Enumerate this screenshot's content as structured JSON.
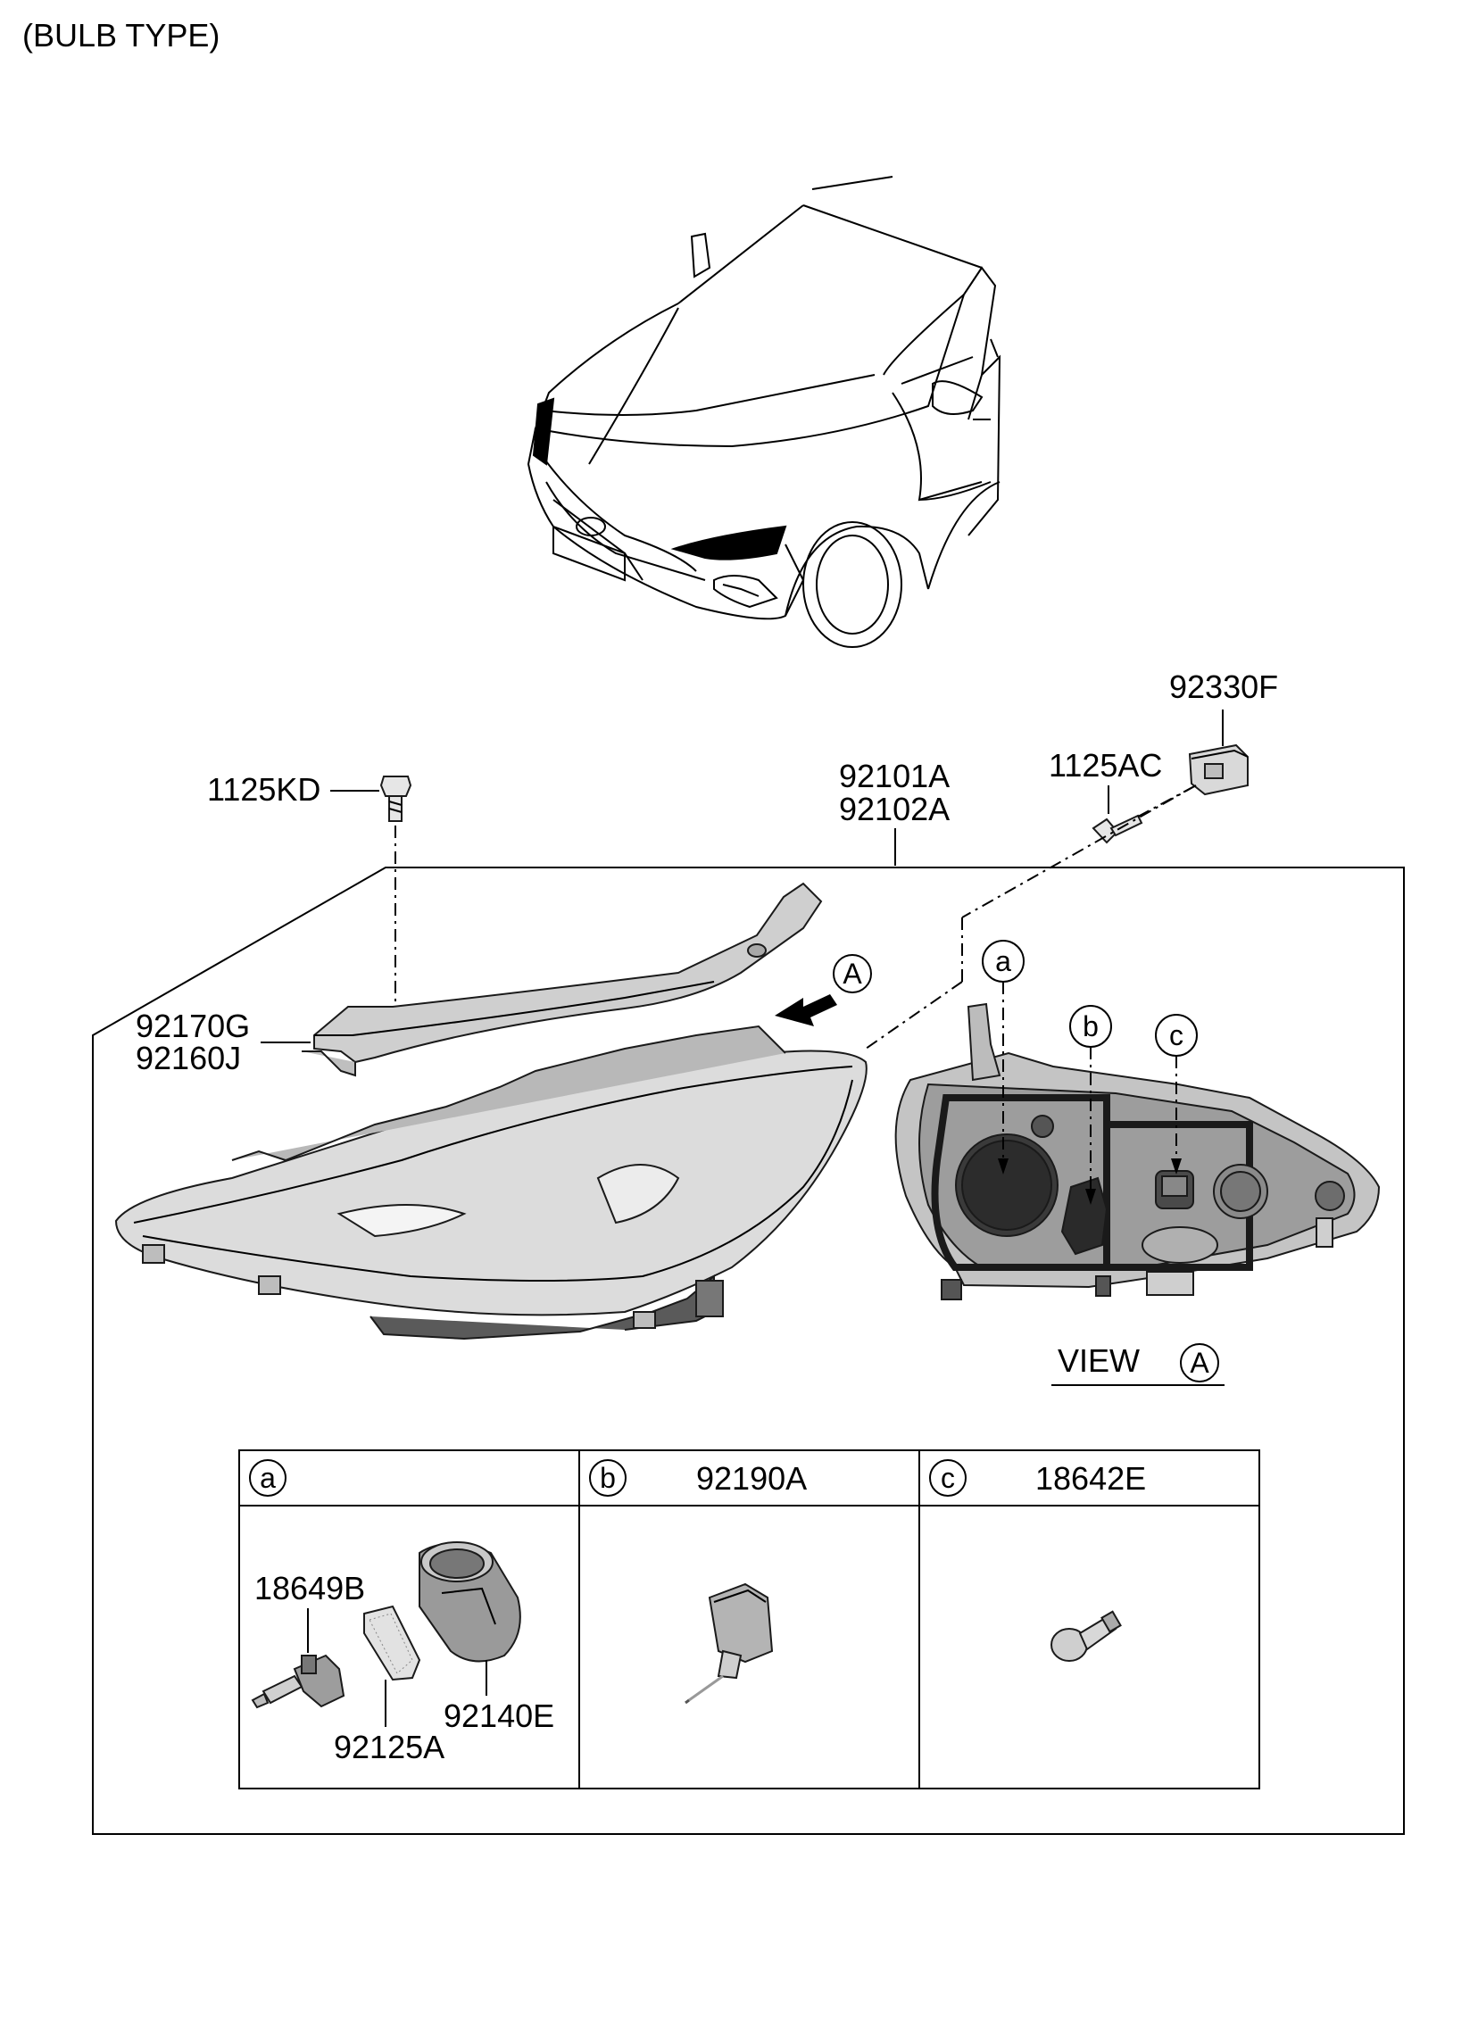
{
  "header": {
    "title": "(BULB TYPE)"
  },
  "parts": {
    "bolt_top": "1125KD",
    "headlamp_assy_1": "92101A",
    "headlamp_assy_2": "92102A",
    "bracket": "1125AC",
    "module": "92330F",
    "cover_1": "92170G",
    "cover_2": "92160J"
  },
  "view": {
    "label": "VIEW",
    "ref": "A"
  },
  "callouts": {
    "a": "a",
    "b": "b",
    "c": "c",
    "arrow_ref": "A"
  },
  "table": {
    "col_a": {
      "letter": "a",
      "part": ""
    },
    "col_b": {
      "letter": "b",
      "part": "92190A"
    },
    "col_c": {
      "letter": "c",
      "part": "18642E"
    },
    "a_items": {
      "bulb": "18649B",
      "seal": "92125A",
      "socket": "92140E"
    }
  }
}
